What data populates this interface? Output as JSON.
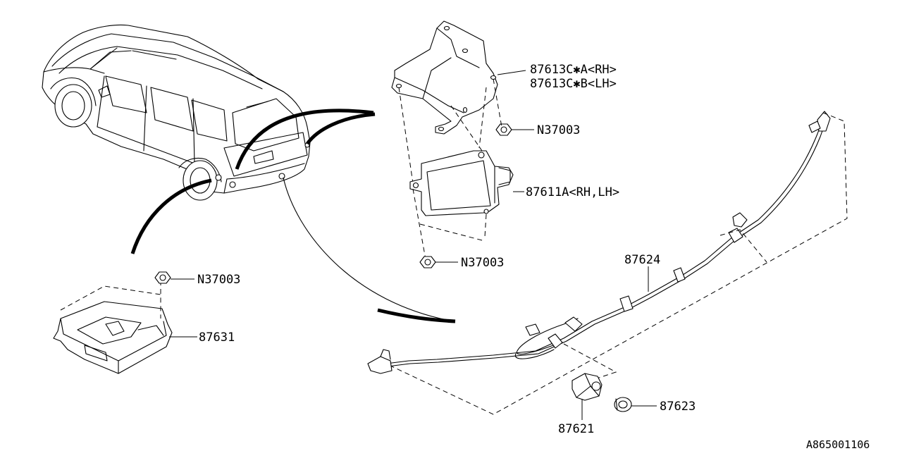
{
  "labels": {
    "bracket_rh": "87613C✱A<RH>",
    "bracket_lh": "87613C✱B<LH>",
    "nut_upper": "N37003",
    "sensor_unit": "87611A<RH,LH>",
    "nut_lower": "N37003",
    "harness": "87624",
    "nut_control": "N37003",
    "control_unit": "87631",
    "sensor": "87621",
    "bezel": "87623"
  },
  "diagram_code": "A865001106"
}
